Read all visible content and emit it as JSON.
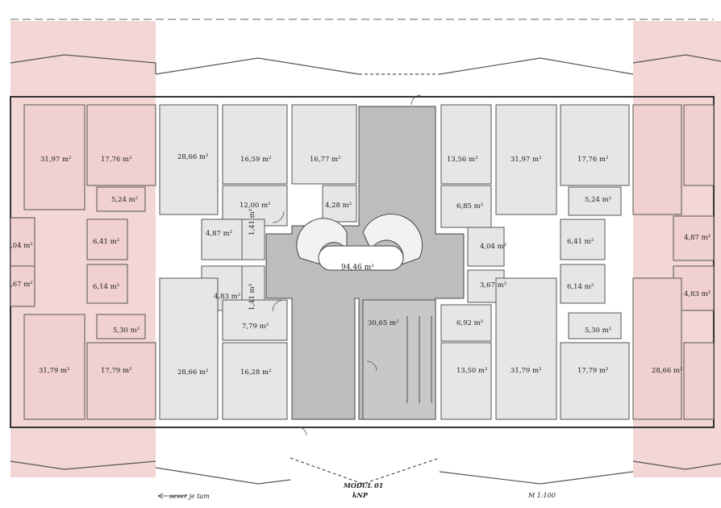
{
  "colors": {
    "highlight": "#f3d6d6",
    "room": "#e8e8e8",
    "hall": "#bdbdbd",
    "wall": "#3a3a3a",
    "line": "#555555"
  },
  "rooms": [
    {
      "id": "r1",
      "label": "31,97 m²"
    },
    {
      "id": "r2",
      "label": "17,76 m²"
    },
    {
      "id": "r3",
      "label": "5,24 m²"
    },
    {
      "id": "r4",
      "label": "6,41 m²"
    },
    {
      "id": "r5",
      "label": "6,14 m²"
    },
    {
      "id": "r6",
      "label": "5,30 m²"
    },
    {
      "id": "r7",
      "label": "31,79 m²"
    },
    {
      "id": "r8",
      "label": "17,79 m²"
    },
    {
      "id": "r9",
      "label": ",04 m²"
    },
    {
      "id": "r10",
      "label": ",67 m²"
    },
    {
      "id": "r11",
      "label": "28,66 m²"
    },
    {
      "id": "r12",
      "label": "16,59 m²"
    },
    {
      "id": "r13",
      "label": "16,77 m²"
    },
    {
      "id": "r14",
      "label": "12,00 m²"
    },
    {
      "id": "r15",
      "label": "4,28 m²"
    },
    {
      "id": "r16",
      "label": "4,87 m²"
    },
    {
      "id": "r17",
      "label": "1,41 m²"
    },
    {
      "id": "r18",
      "label": "94,46 m²"
    },
    {
      "id": "r19",
      "label": "4,83 m²"
    },
    {
      "id": "r20",
      "label": "1,41 m²"
    },
    {
      "id": "r21",
      "label": "7,79 m²"
    },
    {
      "id": "r22",
      "label": "30,65 m²"
    },
    {
      "id": "r23",
      "label": "28,66 m²"
    },
    {
      "id": "r24",
      "label": "16,28 m²"
    },
    {
      "id": "r25",
      "label": "13,56 m²"
    },
    {
      "id": "r26",
      "label": "31,97 m²"
    },
    {
      "id": "r27",
      "label": "17,76 m²"
    },
    {
      "id": "r28",
      "label": "5,24 m²"
    },
    {
      "id": "r29",
      "label": "6,85 m²"
    },
    {
      "id": "r30",
      "label": "4,04 m²"
    },
    {
      "id": "r31",
      "label": "6,41 m²"
    },
    {
      "id": "r32",
      "label": "3,67 m²"
    },
    {
      "id": "r33",
      "label": "6,14 m²"
    },
    {
      "id": "r34",
      "label": "6,92 m²"
    },
    {
      "id": "r35",
      "label": "5,30 m²"
    },
    {
      "id": "r36",
      "label": "13,50 m²"
    },
    {
      "id": "r37",
      "label": "31,79 m²"
    },
    {
      "id": "r38",
      "label": "17,79 m²"
    },
    {
      "id": "r39",
      "label": "28,66 m²"
    },
    {
      "id": "r40",
      "label": "4,87 m²"
    },
    {
      "id": "r41",
      "label": "4,83 m²"
    }
  ],
  "caption": {
    "north": "sever je tam",
    "module": "MODUL 01",
    "floor": "kNP",
    "scale": "M 1:100"
  }
}
